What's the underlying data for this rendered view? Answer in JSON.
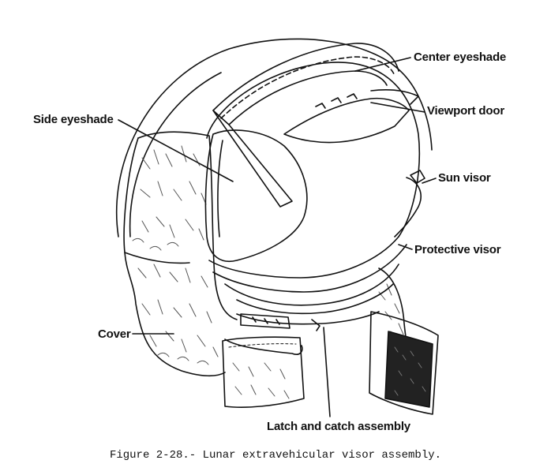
{
  "figure": {
    "caption": "Figure 2-28.- Lunar extravehicular visor assembly."
  },
  "labels": {
    "center_eyeshade": "Center eyeshade",
    "viewport_door": "Viewport door",
    "side_eyeshade": "Side eyeshade",
    "sun_visor": "Sun visor",
    "protective_visor": "Protective visor",
    "cover": "Cover",
    "latch_and_catch_assembly": "Latch and catch assembly"
  },
  "colors": {
    "ink": "#111111",
    "paper": "#ffffff",
    "fur_shading": "#555555"
  }
}
